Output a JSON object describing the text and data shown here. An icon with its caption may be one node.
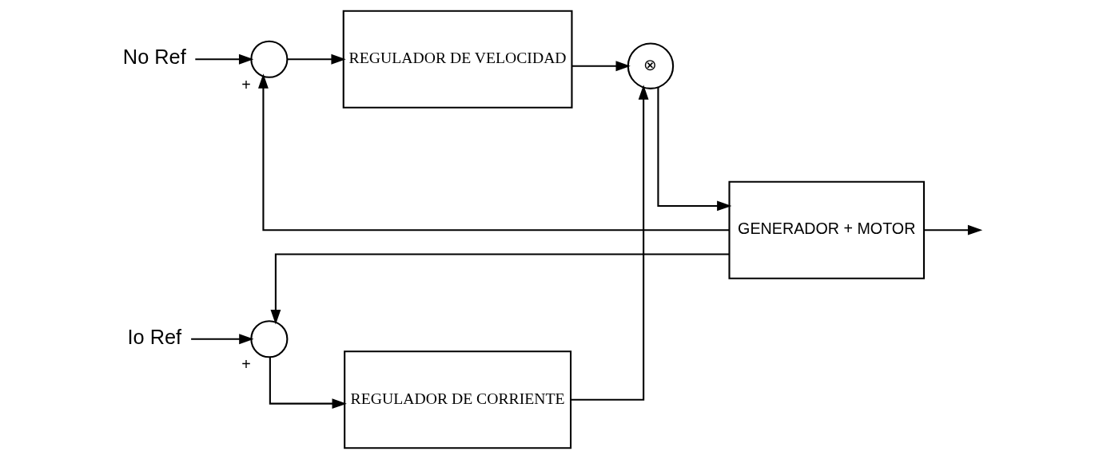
{
  "diagram": {
    "nodes": [
      {
        "text": [
          "No Ref"
        ]
      },
      {
        "text": [],
        "shape": "circle",
        "beside": [
          "+"
        ]
      },
      {
        "text": [
          "REGULADOR DE VELOCIDAD"
        ]
      },
      {
        "text": [
          "⊗"
        ]
      },
      {
        "text": [
          "GENERADOR + MOTOR"
        ]
      },
      {
        "text": [
          "Io Ref"
        ]
      },
      {
        "text": [],
        "shape": "circle",
        "beside": [
          "+"
        ]
      },
      {
        "text": [
          "REGULADOR DE CORRIENTE"
        ]
      }
    ],
    "edges": [
      {
        "from": 0,
        "to": 1,
        "arrow": "to"
      },
      {
        "from": 1,
        "to": 2,
        "arrow": "to"
      },
      {
        "from": 2,
        "to": 3,
        "arrow": "to"
      },
      {
        "from": 3,
        "to": 4,
        "arrow": "to"
      },
      {
        "from": 4,
        "to": null,
        "arrow": "to"
      },
      {
        "from": 4,
        "to": 1,
        "arrow": "to"
      },
      {
        "from": 5,
        "to": 6,
        "arrow": "to"
      },
      {
        "from": 6,
        "to": 7,
        "arrow": "to"
      },
      {
        "from": 7,
        "to": 3,
        "arrow": "to"
      },
      {
        "from": 4,
        "to": 6,
        "arrow": "to"
      }
    ]
  }
}
